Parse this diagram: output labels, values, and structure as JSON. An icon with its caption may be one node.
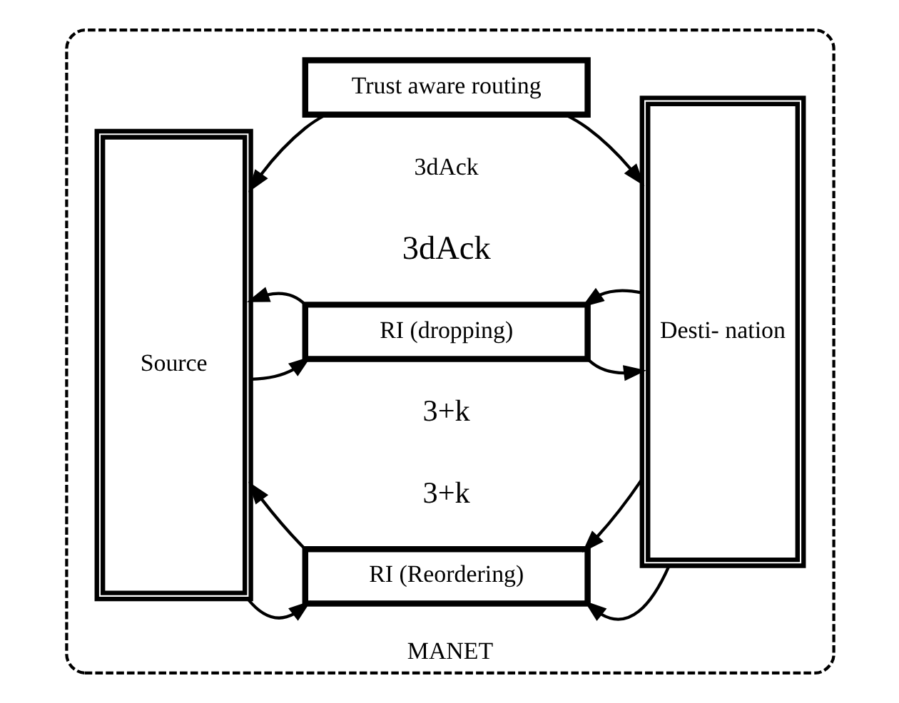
{
  "diagram": {
    "nodes": [
      {
        "text": [
          "MANET"
        ]
      },
      {
        "text": [
          "Source"
        ],
        "in": 0
      },
      {
        "text": [
          "Trust aware routing"
        ],
        "in": 0
      },
      {
        "text": [
          "RI (dropping)"
        ],
        "in": 0
      },
      {
        "text": [
          "Desti- nation"
        ],
        "in": 0
      },
      {
        "text": [
          "RI (Reordering)"
        ],
        "in": 0
      }
    ],
    "edges": [
      {
        "from": 2,
        "to": 1,
        "arrow": "to"
      },
      {
        "from": 2,
        "to": 4,
        "arrow": "to"
      },
      {
        "from": 3,
        "to": 1,
        "arrow": "to"
      },
      {
        "from": 4,
        "to": 3,
        "arrow": "to"
      },
      {
        "from": 1,
        "to": 3,
        "arrow": "to"
      },
      {
        "from": 3,
        "to": 4,
        "arrow": "to"
      },
      {
        "from": 5,
        "to": 1,
        "arrow": "to"
      },
      {
        "from": 4,
        "to": 5,
        "arrow": "to"
      },
      {
        "from": 1,
        "to": 5,
        "arrow": "to"
      },
      {
        "from": 4,
        "to": 5,
        "arrow": "to"
      }
    ],
    "labels": [
      "3dAck",
      "3dAck",
      "3+k",
      "3+k"
    ]
  }
}
